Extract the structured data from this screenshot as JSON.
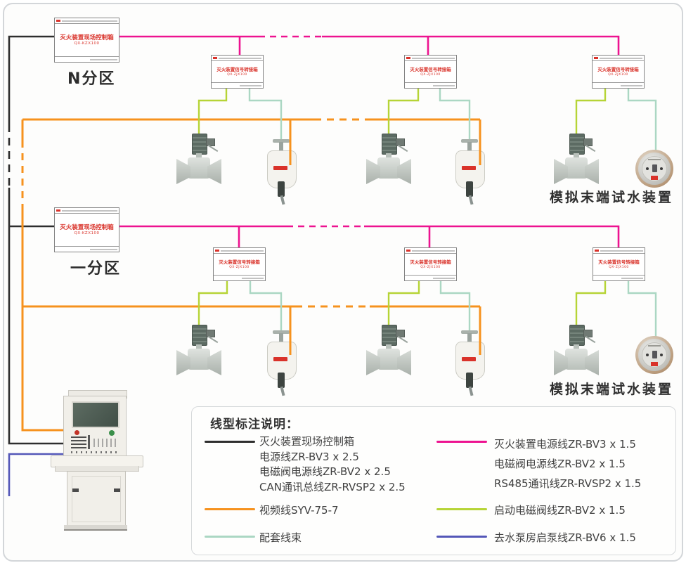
{
  "colors": {
    "pink": "#ed1390",
    "orange": "#f6921e",
    "wire_black": "#2e2e2e",
    "green": "#b6d436",
    "teal": "#abd7c3",
    "blue": "#5457b8",
    "box_red": "#d9322a"
  },
  "zones": {
    "zone_n": "N分区",
    "zone_1": "一分区"
  },
  "labels": {
    "end_test_device": "模拟末端试水装置"
  },
  "field_control_box": {
    "title": "灭火装置现场控制箱",
    "model": "QX-KZX100"
  },
  "signal_box": {
    "title": "灭火装置信号转接箱",
    "model": "QX-ZJX100"
  },
  "legend": {
    "title": "线型标注说明：",
    "items": [
      {
        "color": "wire_black",
        "lines": [
          "灭火装置现场控制箱",
          "电源线ZR-BV3 x 2.5",
          "电磁阀电源线ZR-BV2 x 2.5",
          "CAN通讯总线ZR-RVSP2 x 2.5"
        ]
      },
      {
        "color": "pink",
        "lines": [
          "灭火装置电源线ZR-BV3 x 1.5",
          "电磁阀电源线ZR-BV2 x 1.5",
          "RS485通讯线ZR-RVSP2 x 1.5"
        ]
      },
      {
        "color": "orange",
        "lines": [
          "视频线SYV-75-7"
        ]
      },
      {
        "color": "green",
        "lines": [
          "启动电磁阀线ZR-BV2 x 1.5"
        ]
      },
      {
        "color": "teal",
        "lines": [
          "配套线束"
        ]
      },
      {
        "color": "blue",
        "lines": [
          "去水泵房启泵线ZR-BV6 x 1.5"
        ]
      }
    ]
  }
}
